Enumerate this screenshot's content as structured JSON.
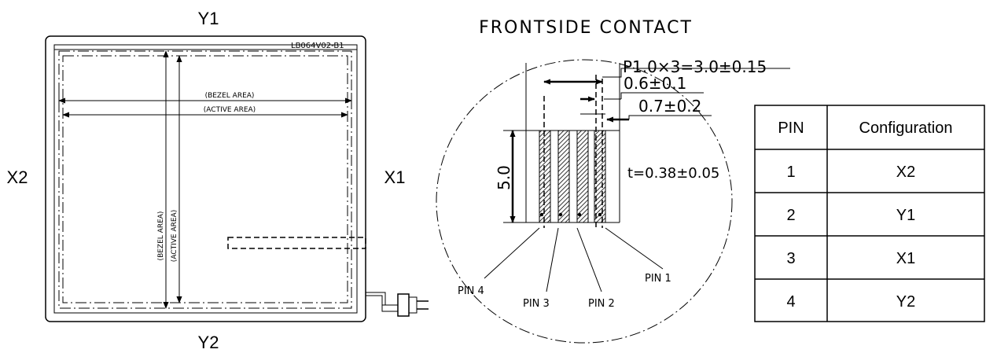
{
  "panel": {
    "model_label": "LB064V02-B1",
    "bezel_area": "(BEZEL AREA)",
    "active_area": "(ACTIVE AREA)"
  },
  "labels": {
    "y1": "Y1",
    "y2": "Y2",
    "x1": "X1",
    "x2": "X2"
  },
  "contact": {
    "title": "FRONTSIDE CONTACT",
    "pitch": "P1.0×3=3.0±0.15",
    "width": "0.6±0.1",
    "gap": "0.7±0.2",
    "length": "5.0",
    "thickness": "t=0.38±0.05",
    "pins": [
      "PIN 4",
      "PIN 3",
      "PIN 2",
      "PIN 1"
    ]
  },
  "table": {
    "headers": [
      "PIN",
      "Configuration"
    ],
    "rows": [
      {
        "pin": "1",
        "config": "X2"
      },
      {
        "pin": "2",
        "config": "Y1"
      },
      {
        "pin": "3",
        "config": "X1"
      },
      {
        "pin": "4",
        "config": "Y2"
      }
    ]
  }
}
